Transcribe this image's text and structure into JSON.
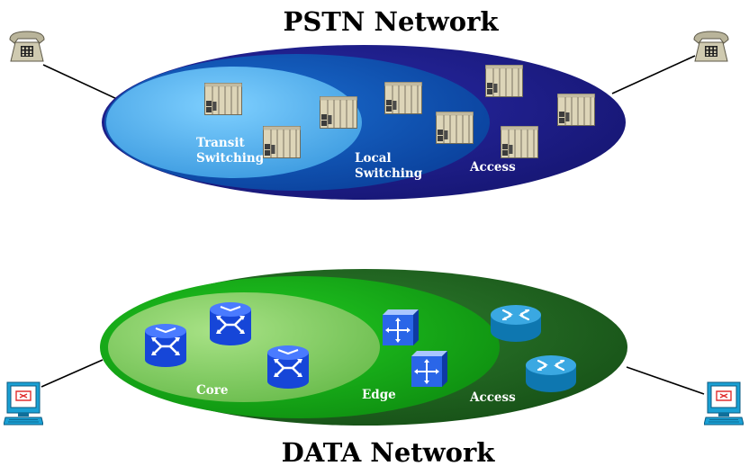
{
  "pstn": {
    "title": "PSTN Network",
    "zones": {
      "transit": [
        "Transit",
        "Switching"
      ],
      "local": [
        "Local",
        "Switching"
      ],
      "access": "Access"
    },
    "colors": {
      "outer": "#1e1e8c",
      "middle": "#0a4fb0",
      "inner": "#5cb6ee"
    },
    "device_icon": "telephone-switch-icon",
    "endpoint_icon": "telephone-icon"
  },
  "data": {
    "title": "DATA Network",
    "zones": {
      "core": "Core",
      "edge": "Edge",
      "access": "Access"
    },
    "colors": {
      "outer": "#1a5c1a",
      "middle": "#18b418",
      "inner": "#8ed468"
    },
    "core_icon": "atm-switch-icon",
    "edge_icon": "layer3-switch-icon",
    "access_icon": "router-icon",
    "endpoint_icon": "workstation-icon"
  }
}
